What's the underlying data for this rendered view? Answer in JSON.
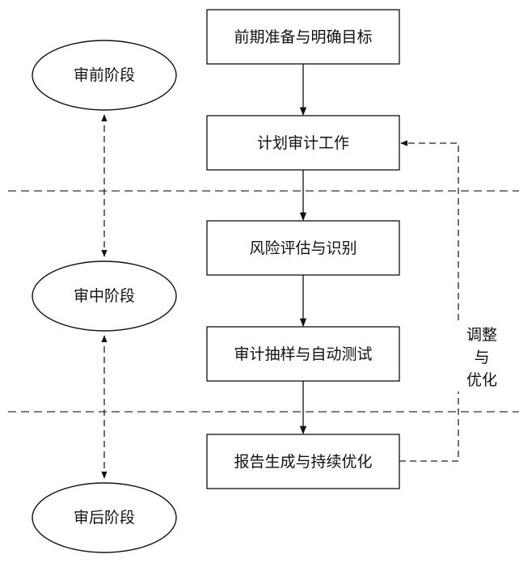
{
  "phases": [
    {
      "label": "审前阶段"
    },
    {
      "label": "审中阶段"
    },
    {
      "label": "审后阶段"
    }
  ],
  "steps": [
    {
      "label": "前期准备与明确目标"
    },
    {
      "label": "计划审计工作"
    },
    {
      "label": "风险评估与识别"
    },
    {
      "label": "审计抽样与自动测试"
    },
    {
      "label": "报告生成与持续优化"
    }
  ],
  "feedback": {
    "line1": "调整",
    "line2": "与",
    "line3": "优化"
  }
}
